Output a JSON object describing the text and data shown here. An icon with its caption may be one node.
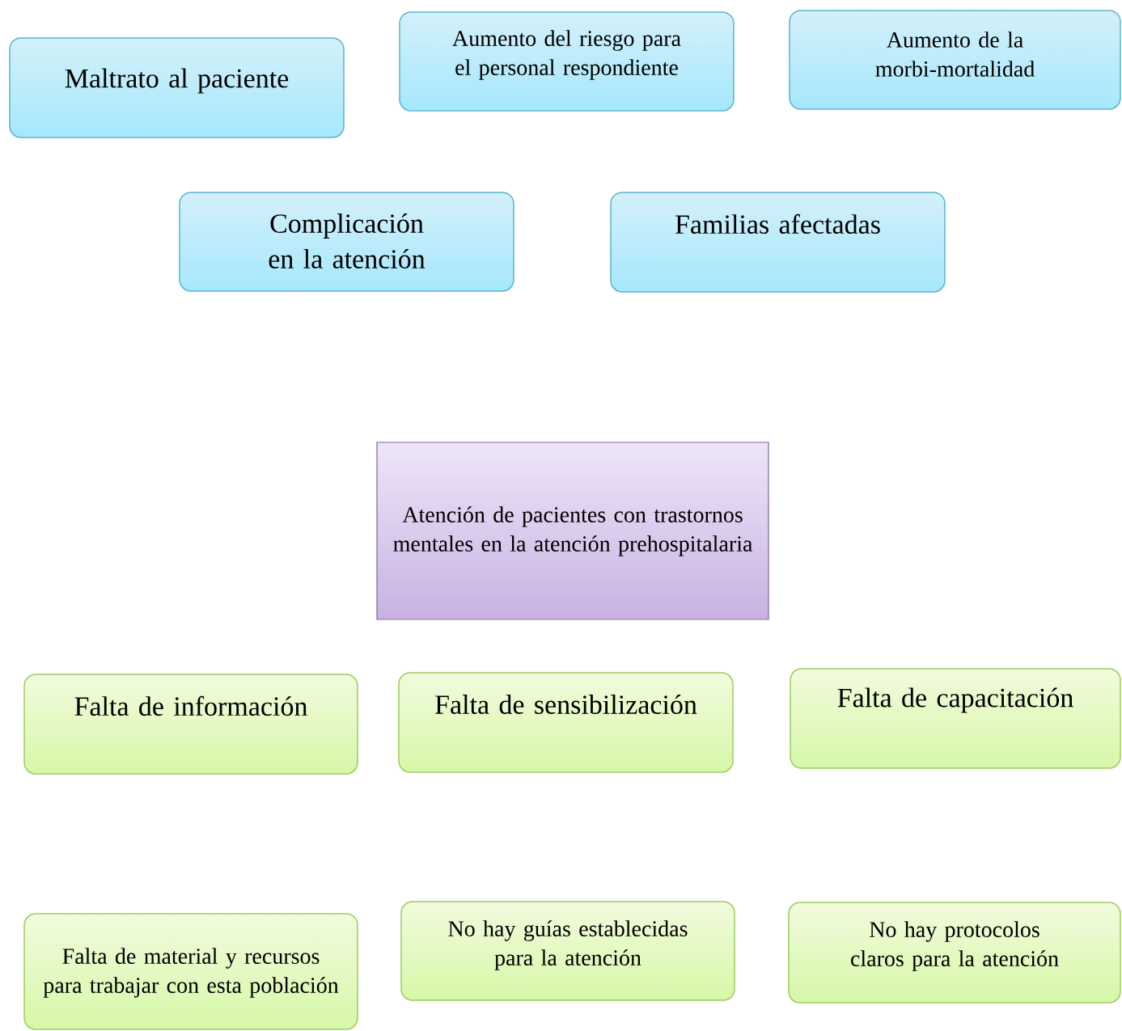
{
  "diagram": {
    "nodes": [
      {
        "text": [
          "Maltrato al paciente"
        ]
      },
      {
        "text": [
          "Aumento del riesgo para el personal respondiente"
        ]
      },
      {
        "text": [
          "Aumento de la morbi-mortalidad"
        ]
      },
      {
        "text": [
          "Complicación en la atención"
        ]
      },
      {
        "text": [
          "Familias afectadas"
        ]
      },
      {
        "text": [
          "Atención de pacientes con trastornos mentales en la atención prehospitalaria"
        ]
      },
      {
        "text": [
          "Falta de información"
        ]
      },
      {
        "text": [
          "Falta de sensibilización"
        ]
      },
      {
        "text": [
          "Falta de capacitación"
        ]
      },
      {
        "text": [
          "Falta de material y recursos para trabajar con esta población"
        ]
      },
      {
        "text": [
          "No hay guías establecidas para la atención"
        ]
      },
      {
        "text": [
          "No hay protocolos claros para la atención"
        ]
      }
    ]
  }
}
